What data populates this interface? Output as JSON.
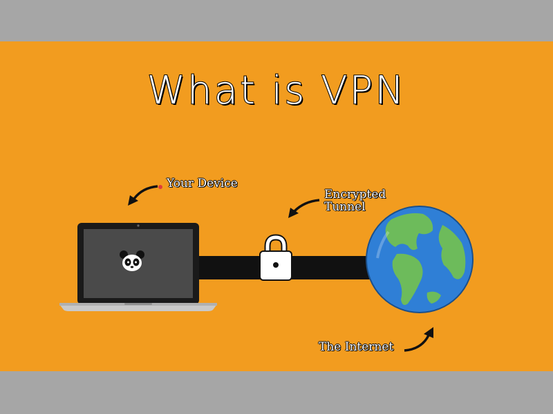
{
  "title": "What is VPN",
  "labels": {
    "device": "Your Device",
    "tunnel_line1": "Encrypted",
    "tunnel_line2": "Tunnel",
    "internet": "The Internet"
  },
  "colors": {
    "banner": "#f29c1f",
    "frame": "#a6a6a6",
    "ocean": "#2f7fd6",
    "land": "#6dbb5b",
    "tunnel": "#111111",
    "lock": "#ffffff"
  },
  "icons": {
    "laptop": "laptop-icon",
    "logo": "panda-icon",
    "lock": "padlock-icon",
    "globe": "globe-icon"
  }
}
